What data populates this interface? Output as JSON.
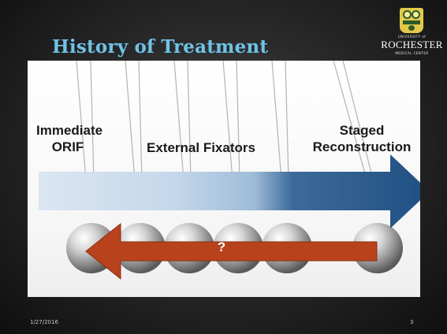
{
  "slide": {
    "title": "History of Treatment",
    "date": "1/27/2016",
    "page_number": "3"
  },
  "logo": {
    "university_of": "UNIVERSITY of",
    "rochester": "ROCHESTER",
    "medical_center": "MEDICAL CENTER"
  },
  "timeline": {
    "labels": [
      "Immediate\nORIF",
      "External Fixators",
      "Staged\nReconstruction"
    ],
    "question": "?"
  },
  "colors": {
    "title": "#6fc3e8",
    "forward_arrow": "#1f4f82",
    "back_arrow": "#b8421c",
    "background": "#2a2a2a"
  }
}
